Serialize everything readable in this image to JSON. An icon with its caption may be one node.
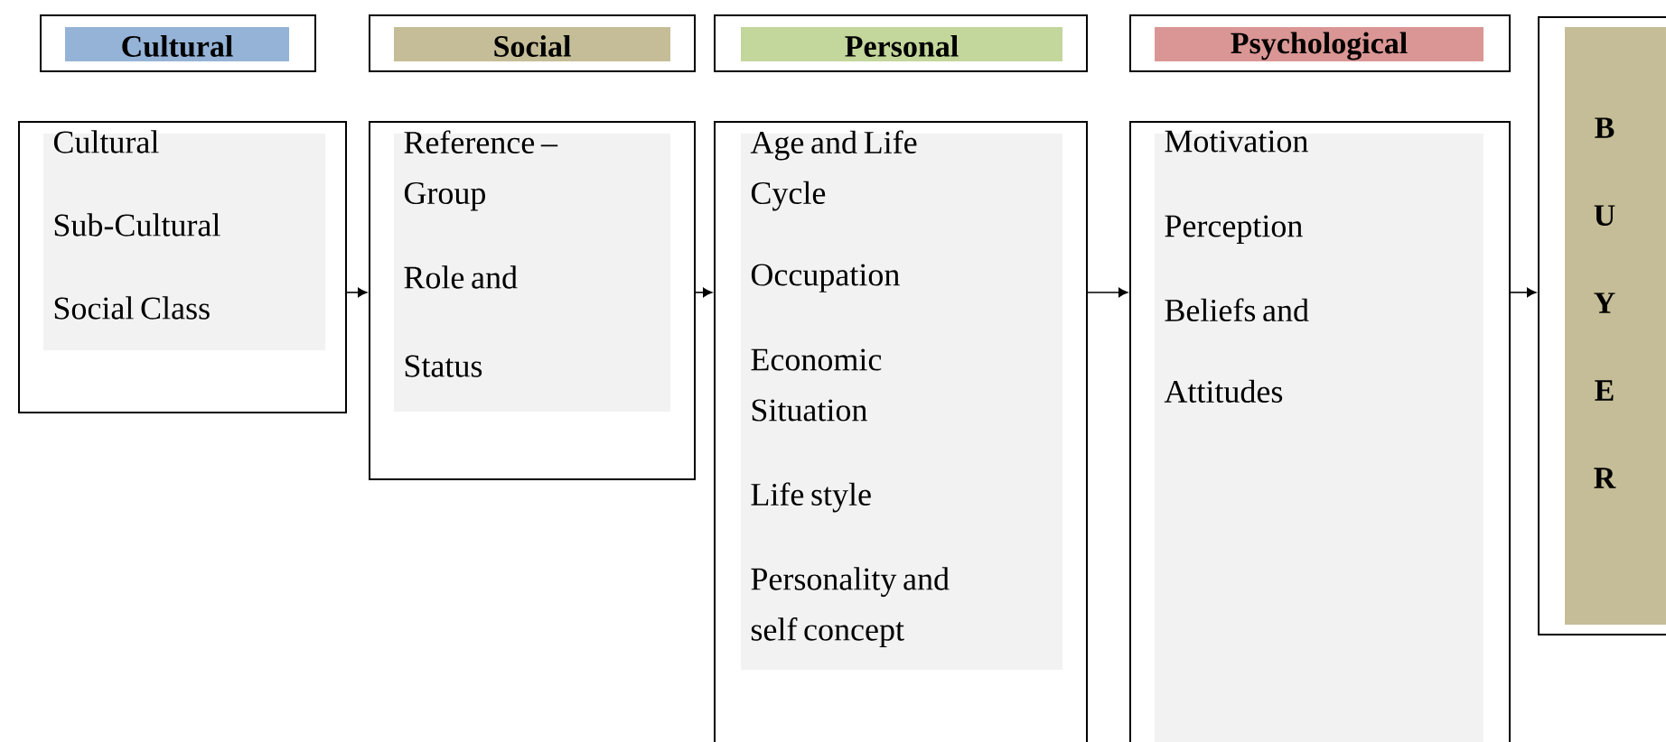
{
  "diagram": {
    "nodes": [
      {
        "text": [
          "Cultural"
        ]
      },
      {
        "text": [
          "Social"
        ]
      },
      {
        "text": [
          "Personal"
        ]
      },
      {
        "text": [
          "Psychological"
        ]
      },
      {
        "text": [
          "Cultural",
          "Sub-Cultural",
          "Social Class"
        ]
      },
      {
        "text": [
          "Reference – Group",
          "Role and Status"
        ]
      },
      {
        "text": [
          "Age and Life Cycle",
          "Occupation",
          "Economic Situation",
          "Life style",
          "Personality and self concept"
        ]
      },
      {
        "text": [
          "Motivation",
          "Perception",
          "Beliefs and Attitudes"
        ]
      },
      {
        "text": [
          "B U Y E R"
        ]
      }
    ],
    "edges": [
      {
        "from": 4,
        "to": 5,
        "arrow": "to"
      },
      {
        "from": 5,
        "to": 6,
        "arrow": "to"
      },
      {
        "from": 6,
        "to": 7,
        "arrow": "to"
      },
      {
        "from": 7,
        "to": 8,
        "arrow": "to"
      }
    ]
  }
}
